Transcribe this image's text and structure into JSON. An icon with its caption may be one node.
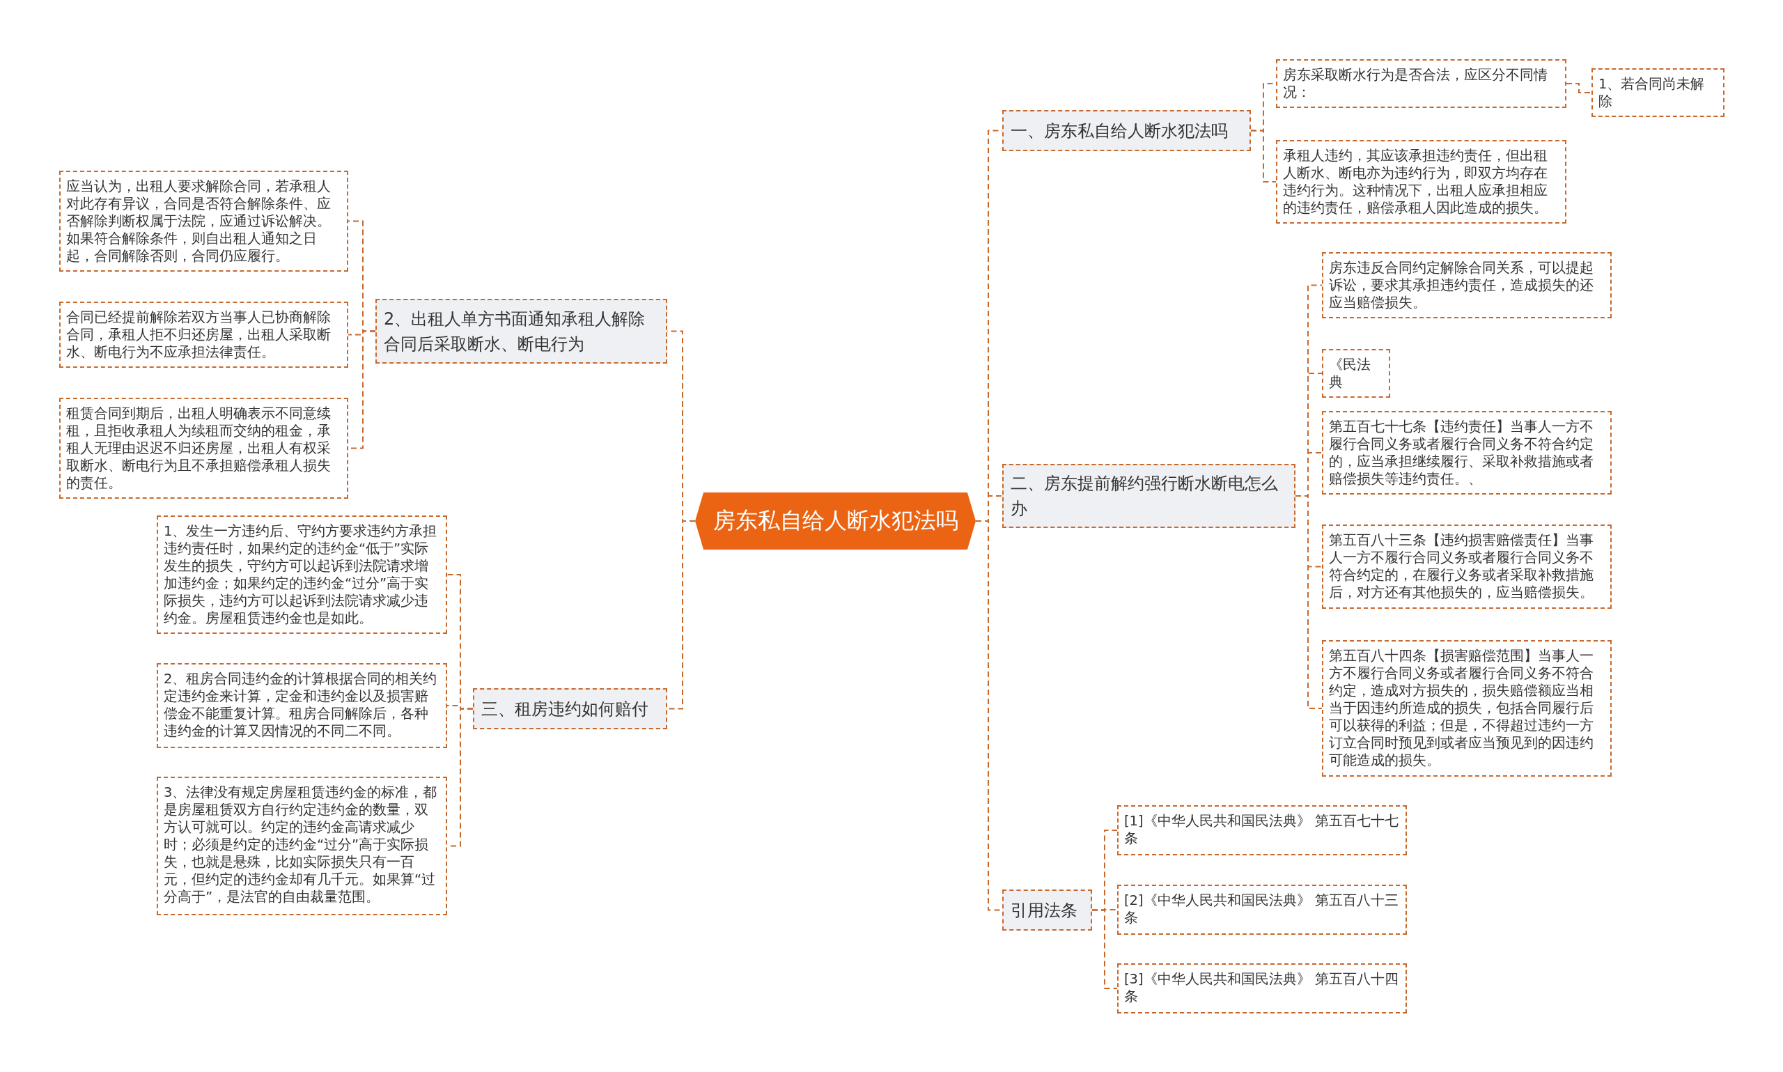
{
  "diagram": {
    "nodes": [
      {
        "text": [
          "房东私自给人断水犯法吗"
        ]
      },
      {
        "text": [
          "2、出租人单方书面通知承租人解除合同后采取断水、断电行为"
        ]
      },
      {
        "text": [
          "应当认为，出租人要求解除合同，若承租人对此存有异议，合同是否符合解除条件、应否解除判断权属于法院，应通过诉讼解决。如果符合解除条件，则自出租人通知之日起，合同解除否则，合同仍应履行。"
        ]
      },
      {
        "text": [
          "合同已经提前解除若双方当事人已协商解除合同，承租人拒不归还房屋，出租人采取断水、断电行为不应承担法律责任。"
        ]
      },
      {
        "text": [
          "租赁合同到期后，出租人明确表示不同意续租，且拒收承租人为续租而交纳的租金，承租人无理由迟迟不归还房屋，出租人有权采取断水、断电行为且不承担赔偿承租人损失的责任。"
        ]
      },
      {
        "text": [
          "三、租房违约如何赔付"
        ]
      },
      {
        "text": [
          "1、发生一方违约后、守约方要求违约方承担违约责任时，如果约定的违约金“低于”实际发生的损失，守约方可以起诉到法院请求增加违约金；如果约定的违约金“过分”高于实际损失，违约方可以起诉到法院请求减少违约金。房屋租赁违约金也是如此。"
        ]
      },
      {
        "text": [
          "2、租房合同违约金的计算根据合同的相关约定违约金来计算，定金和违约金以及损害赔偿金不能重复计算。租房合同解除后，各种违约金的计算又因情况的不同二不同。"
        ]
      },
      {
        "text": [
          "3、法律没有规定房屋租赁违约金的标准，都是房屋租赁双方自行约定违约金的数量，双方认可就可以。约定的违约金高请求减少时；必须是约定的违约金“过分”高于实际损失，也就是悬殊，比如实际损失只有一百元，但约定的违约金却有几千元。如果算“过分高于”，是法官的自由裁量范围。"
        ]
      },
      {
        "text": [
          "一、房东私自给人断水犯法吗"
        ]
      },
      {
        "text": [
          "房东采取断水行为是否合法，应区分不同情况："
        ]
      },
      {
        "text": [
          "1、若合同尚未解除"
        ]
      },
      {
        "text": [
          "承租人违约，其应该承担违约责任，但出租人断水、断电亦为违约行为，即双方均存在违约行为。这种情况下，出租人应承担相应的违约责任，赔偿承租人因此造成的损失。"
        ]
      },
      {
        "text": [
          "二、房东提前解约强行断水断电怎么办"
        ]
      },
      {
        "text": [
          "房东违反合同约定解除合同关系，可以提起诉讼，要求其承担违约责任，造成损失的还应当赔偿损失。"
        ]
      },
      {
        "text": [
          "《民法典"
        ]
      },
      {
        "text": [
          "第五百七十七条【违约责任】当事人一方不履行合同义务或者履行合同义务不符合约定的，应当承担继续履行、采取补救措施或者赔偿损失等违约责任。、"
        ]
      },
      {
        "text": [
          "第五百八十三条【违约损害赔偿责任】当事人一方不履行合同义务或者履行合同义务不符合约定的，在履行义务或者采取补救措施后，对方还有其他损失的，应当赔偿损失。"
        ]
      },
      {
        "text": [
          "第五百八十四条【损害赔偿范围】当事人一方不履行合同义务或者履行合同义务不符合约定，造成对方损失的，损失赔偿额应当相当于因违约所造成的损失，包括合同履行后可以获得的利益；但是，不得超过违约一方订立合同时预见到或者应当预见到的因违约可能造成的损失。"
        ]
      },
      {
        "text": [
          "引用法条"
        ]
      },
      {
        "text": [
          "[1]《中华人民共和国民法典》 第五百七十七条"
        ]
      },
      {
        "text": [
          "[2]《中华人民共和国民法典》 第五百八十三条"
        ]
      },
      {
        "text": [
          "[3]《中华人民共和国民法典》 第五百八十四条"
        ]
      }
    ],
    "edges": [
      {
        "from": 0,
        "to": 1,
        "arrow": "none"
      },
      {
        "from": 1,
        "to": 2,
        "arrow": "none"
      },
      {
        "from": 1,
        "to": 3,
        "arrow": "none"
      },
      {
        "from": 1,
        "to": 4,
        "arrow": "none"
      },
      {
        "from": 0,
        "to": 5,
        "arrow": "none"
      },
      {
        "from": 5,
        "to": 6,
        "arrow": "none"
      },
      {
        "from": 5,
        "to": 7,
        "arrow": "none"
      },
      {
        "from": 5,
        "to": 8,
        "arrow": "none"
      },
      {
        "from": 0,
        "to": 9,
        "arrow": "none"
      },
      {
        "from": 9,
        "to": 10,
        "arrow": "none"
      },
      {
        "from": 10,
        "to": 11,
        "arrow": "none"
      },
      {
        "from": 9,
        "to": 12,
        "arrow": "none"
      },
      {
        "from": 0,
        "to": 13,
        "arrow": "none"
      },
      {
        "from": 13,
        "to": 14,
        "arrow": "none"
      },
      {
        "from": 13,
        "to": 15,
        "arrow": "none"
      },
      {
        "from": 13,
        "to": 16,
        "arrow": "none"
      },
      {
        "from": 13,
        "to": 17,
        "arrow": "none"
      },
      {
        "from": 13,
        "to": 18,
        "arrow": "none"
      },
      {
        "from": 0,
        "to": 19,
        "arrow": "none"
      },
      {
        "from": 19,
        "to": 20,
        "arrow": "none"
      },
      {
        "from": 19,
        "to": 21,
        "arrow": "none"
      },
      {
        "from": 19,
        "to": 22,
        "arrow": "none"
      }
    ]
  }
}
